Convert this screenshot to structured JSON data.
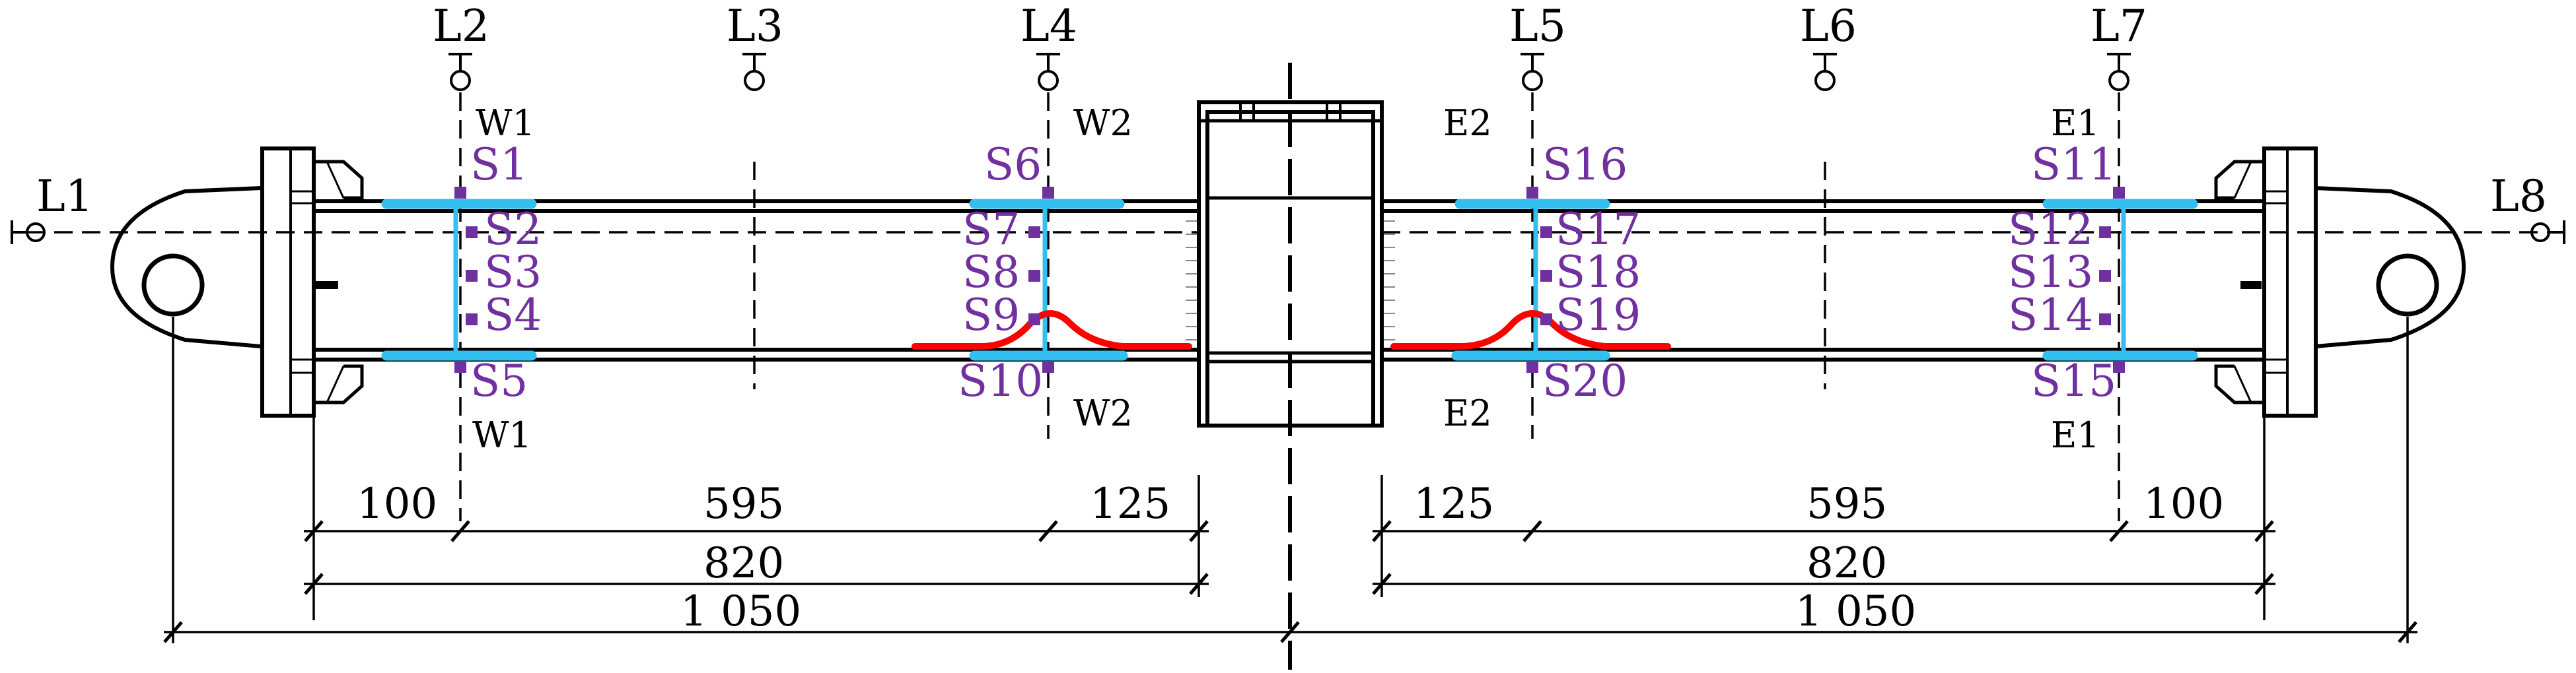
{
  "colors": {
    "line": "#000000",
    "strain_gauge": "#7030a0",
    "cfrp_plate": "#33c0f0",
    "bulge": "#ff0000"
  },
  "lvdt_labels": [
    "L1",
    "L2",
    "L3",
    "L4",
    "L5",
    "L6",
    "L7",
    "L8"
  ],
  "section_labels": {
    "w1_top": "W1",
    "w1_bottom": "W1",
    "w2_top": "W2",
    "w2_bottom": "W2",
    "e2_top": "E2",
    "e2_bottom": "E2",
    "e1_top": "E1",
    "e1_bottom": "E1"
  },
  "strain_gauges": [
    "S1",
    "S2",
    "S3",
    "S4",
    "S5",
    "S6",
    "S7",
    "S8",
    "S9",
    "S10",
    "S11",
    "S12",
    "S13",
    "S14",
    "S15",
    "S16",
    "S17",
    "S18",
    "S19",
    "S20"
  ],
  "dimensions": {
    "left_row1": [
      "100",
      "595",
      "125"
    ],
    "right_row1": [
      "125",
      "595",
      "100"
    ],
    "left_row2": "820",
    "right_row2": "820",
    "left_row3": "1 050",
    "right_row3": "1 050"
  }
}
